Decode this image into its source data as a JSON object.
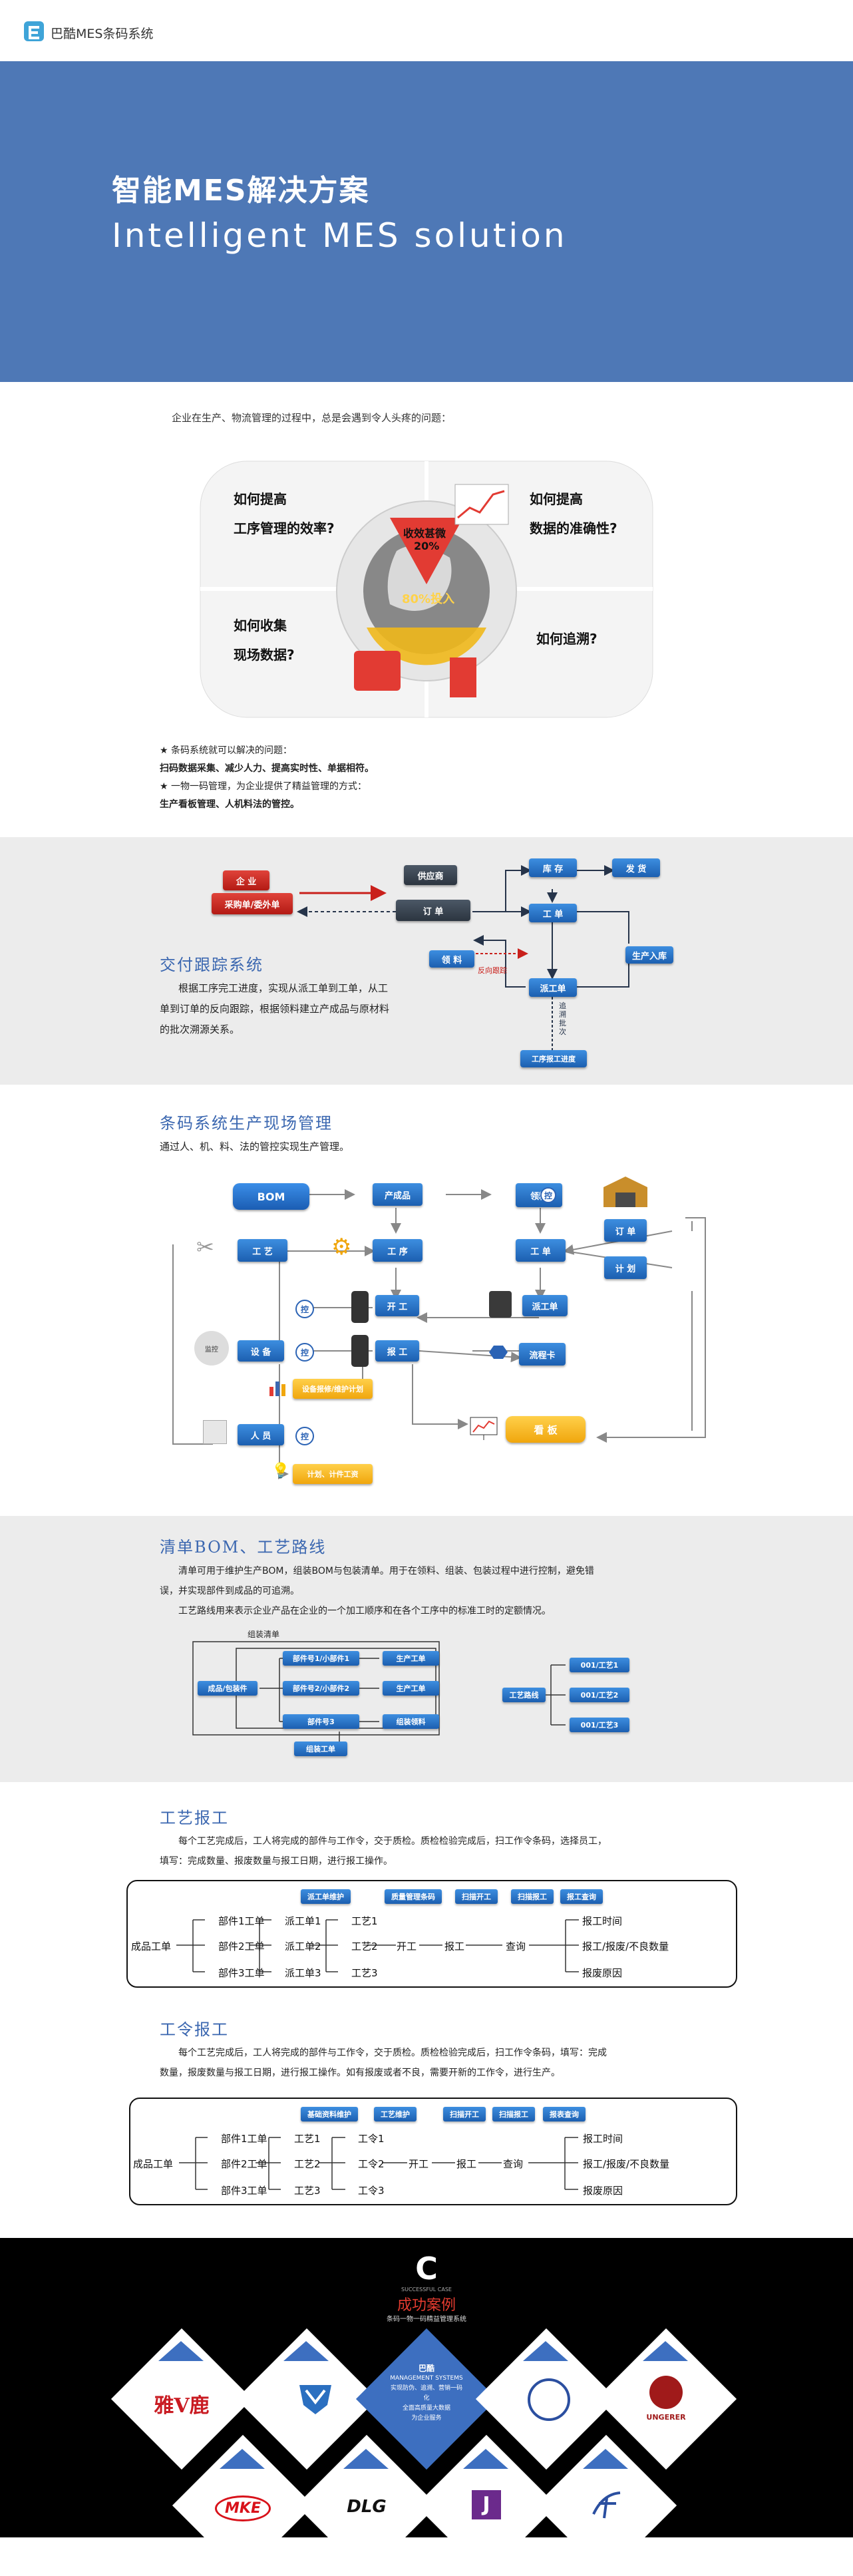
{
  "header": {
    "logo_text": "巴酷MES条码系统"
  },
  "hero": {
    "title_cn": "智能MES解决方案",
    "title_en": "Intelligent MES solution"
  },
  "problems": {
    "intro": "企业在生产、物流管理的过程中，总是会遇到令人头疼的问题：",
    "q1": [
      "如何提高",
      "工序管理的效率?"
    ],
    "q2": [
      "如何提高",
      "数据的准确性?"
    ],
    "q3": [
      "如何收集",
      "现场数据?"
    ],
    "q4": "如何追溯?",
    "top_label": "收效甚微",
    "top_pct": "20%",
    "bottom_label": "80%投入",
    "notes": [
      "★ 条码系统就可以解决的问题：",
      "扫码数据采集、减少人力、提高实时性、单据相符。",
      "★ 一物一码管理，为企业提供了精益管理的方式：",
      "生产看板管理、人机料法的管控。"
    ]
  },
  "trace": {
    "title": "交付跟踪系统",
    "body": [
      "根据工序完工进度，实现从派工单到工单，从工",
      "单到订单的反向跟踪，根据领料建立产成品与原材料",
      "的批次溯源关系。"
    ],
    "nodes": {
      "enterprise": "企 业",
      "purchase": "采购单/委外单",
      "supplier": "供应商",
      "order": "订 单",
      "stock": "库 存",
      "ship": "发 货",
      "workorder": "工 单",
      "storage": "生产入库",
      "pick": "领 料",
      "dispatch": "派工单",
      "report": "工序报工进度",
      "feedback": "反向跟踪",
      "trace_label": "追溯批次"
    }
  },
  "field": {
    "title": "条码系统生产现场管理",
    "subtitle": "通过人、机、料、法的管控实现生产管理。",
    "nodes": {
      "bom": "BOM",
      "product": "产成品",
      "pick": "领料",
      "craft": "工 艺",
      "process": "工 序",
      "workorder": "工 单",
      "order": "订 单",
      "plan": "计 划",
      "start": "开 工",
      "dispatch": "派工单",
      "equip": "设 备",
      "report": "报 工",
      "routecard": "流程卡",
      "maintain": "设备报修/维护计划",
      "kanban": "看 板",
      "person": "人 员",
      "skill": "计划、计件工资",
      "control": "控",
      "monitor": "监控"
    }
  },
  "bom": {
    "title": "清单BOM、工艺路线",
    "body": [
      "清单可用于维护生产BOM，组装BOM与包装清单。用于在领料、组装、包装过程中进行控制，避免错",
      "误，并实现部件到成品的可追溯。",
      "工艺路线用来表示企业产品在企业的一个加工顺序和在各个工序中的标准工时的定额情况。"
    ],
    "assembly_title": "组装清单",
    "product": "成品/包装件",
    "parts": [
      "部件号1/小部件1",
      "部件号2/小部件2",
      "部件号3"
    ],
    "right": [
      "生产工单",
      "生产工单",
      "组装领料"
    ],
    "bottom": "组装工单",
    "route": "工艺路线",
    "routes": [
      "001/工艺1",
      "001/工艺2",
      "001/工艺3"
    ]
  },
  "craft_report": {
    "title": "工艺报工",
    "body": [
      "每个工艺完成后，工人将完成的部件与工作令，交于质检。质检检验完成后，扫工作令条码，选择员工，",
      "填写：完成数量、报废数量与报工日期，进行报工操作。"
    ],
    "chips": [
      "派工单维护",
      "质量管理条码",
      "扫描开工",
      "扫描报工",
      "报工查询"
    ],
    "product": "成品工单",
    "parts": [
      "部件1工单",
      "部件2工单",
      "部件3工单"
    ],
    "dispatch": [
      "派工单1",
      "派工单2",
      "派工单3"
    ],
    "steps": [
      "工艺1",
      "工艺2",
      "工艺3"
    ],
    "start": "开工",
    "report": "报工",
    "query": "查询",
    "outputs": [
      "报工时间",
      "报工/报废/不良数量",
      "报废原因"
    ]
  },
  "order_report": {
    "title": "工令报工",
    "body": [
      "每个工艺完成后，工人将完成的部件与工作令，交于质检。质检检验完成后，扫工作令条码，填写：完成",
      "数量，报废数量与报工日期，进行报工操作。如有报废或者不良，需要开新的工作令，进行生产。"
    ],
    "chips": [
      "基础资料维护",
      "工艺维护",
      "扫描开工",
      "扫描报工",
      "报表查询"
    ],
    "product": "成品工单",
    "parts": [
      "部件1工单",
      "部件2工单",
      "部件3工单"
    ],
    "steps": [
      "工艺1",
      "工艺2",
      "工艺3"
    ],
    "orders": [
      "工令1",
      "工令2",
      "工令3"
    ],
    "start": "开工",
    "report": "报工",
    "query": "查询",
    "outputs": [
      "报工时间",
      "报工/报废/不良数量",
      "报废原因"
    ]
  },
  "footer": {
    "logo": "C",
    "logo_sub": "SUCCESSFUL CASE",
    "title": "成功案例",
    "subtitle": "条码一物一码精益管理系统",
    "center": [
      "巴酷",
      "MANAGEMENT SYSTEMS",
      "实现防伪、追溯、营销一码化",
      "全面高质量大数据",
      "为企业服务"
    ],
    "brands": [
      "雅V鹿",
      "",
      "",
      "",
      "UNGERER",
      "MKE",
      "DLG",
      "J",
      "",
      ""
    ]
  },
  "colors": {
    "hero": "#4e78b6",
    "accent": "#3b67b0",
    "chip": "#1c5fb0",
    "warn": "#e0433a",
    "yellow": "#f0a60d"
  }
}
